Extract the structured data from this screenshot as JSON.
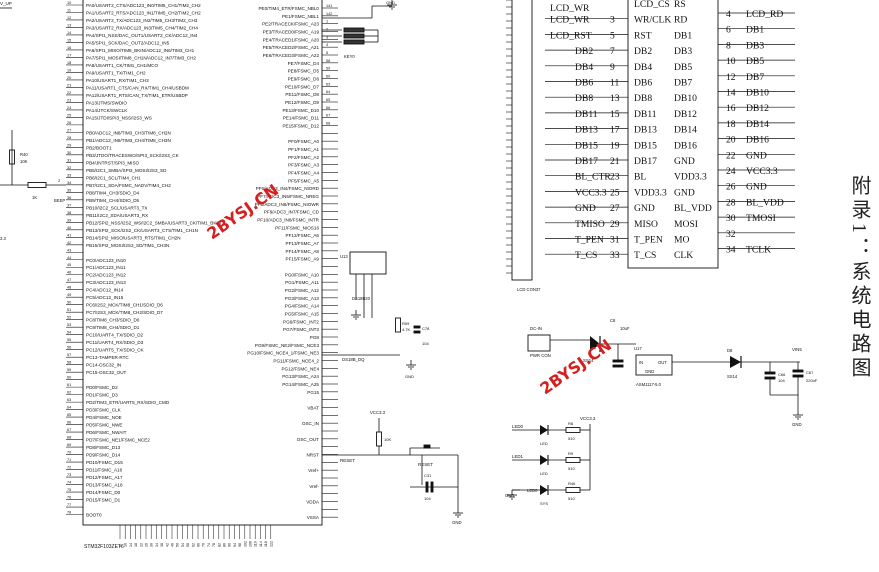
{
  "title_vertical": "附录1：系统电路图",
  "watermarks": [
    "2BYSJ.CN",
    "2BYSJ.CN"
  ],
  "mcu": {
    "part": "STM32F103ZET6",
    "left_pins": [
      "PA0/USART2_CTS/ADC123_IN0/TIM5_CH1/TIM2_CH2",
      "PA1/USART2_RTS/ADC123_IN1/TIM5_CH2/TIM2_CH2",
      "PA2/USART2_TX/ADC123_IN2/TIM5_CH3/TIM2_CH3",
      "PA3/USART2_RX/ADC123_IN3/TIM5_CH4/TIM2_CH4",
      "PA4/SPI1_NSS/DAC_OUT1/USART2_CK/ADC12_IN4",
      "PA5/SPI1_SCK/DAC_OUT2/ADC12_IN5",
      "PA6/SPI1_MISO/TIM8_BKIN/ADC12_IN6/TIM3_CH1",
      "PA7/SPI1_MOSI/TIM8_CH1N/ADC12_IN7/TIM3_CH2",
      "PA8/USART1_CK/TIM1_CH1/MCO",
      "PA9/USART1_TX/TIM1_CH2",
      "PA10/USART1_RX/TIM1_CH3",
      "PA11/USART1_CTS/CAN_RX/TIM1_CH4/USBDM",
      "PA12/USART1_RTS/CAN_TX/TIM1_ETR/USBDP",
      "PA13/JTMS/SWDIO",
      "PA14/JTCK/SWCLK",
      "PA15/JTDI/SPI3_NSS/I2S3_WS",
      "",
      "PB0/ADC12_IN8/TIM3_CH3/TIM8_CH2N",
      "PB1/ADC12_IN9/TIM3_CH4/TIM8_CH3N",
      "PB2/BOOT1",
      "PB3/JTDO/TRACESWO/SPI3_SCK/I2S3_CK",
      "PB4/JNTRST/SPI3_MISO",
      "PB5/I2C1_SMBA/SPI3_MOSI/I2S3_SD",
      "PB6/I2C1_SCL/TIM4_CH1",
      "PB7/I2C1_SDA/FSMC_NADV/TIM4_CH2",
      "PB8/TIM4_CH3/SDIO_D4",
      "PB9/TIM4_CH4/SDIO_D5",
      "PB10/I2C2_SCL/USART3_TX",
      "PB11/I2C2_SDA/USART3_RX",
      "PB12/SPI2_NSS/I2S2_WS/I2C2_SMBA/USART3_CK/TIM1_BKIN",
      "PB13/SPI2_SCK/I2S2_CK/USART3_CTS/TIM1_CH1N",
      "PB14/SPI2_MISO/USART3_RTS/TIM1_CH2N",
      "PB15/SPI2_MOSI/I2S2_SD/TIM1_CH3N",
      "",
      "PC0/ADC123_IN10",
      "PC1/ADC123_IN11",
      "PC2/ADC123_IN12",
      "PC3/ADC123_IN13",
      "PC4/ADC12_IN14",
      "PC5/ADC12_IN15",
      "PC6/I2S2_MCK/TIM8_CH1/SDIO_D6",
      "PC7/I2S3_MCK/TIM8_CH2/SDIO_D7",
      "PC8/TIM8_CH3/SDIO_D0",
      "PC9/TIM8_CH4/SDIO_D1",
      "PC10/UART4_TX/SDIO_D2",
      "PC11/UART4_RX/SDIO_D3",
      "PC12/UART5_TX/SDIO_CK",
      "PC13-TAMPER-RTC",
      "PC14-OSC32_IN",
      "PC15-OSC32_OUT",
      "",
      "PD0/FSMC_D2",
      "PD1/FSMC_D3",
      "PD2/TIM3_ETR/UART5_RX/SDIO_CMD",
      "PD3/FSMC_CLK",
      "PD4/FSMC_NOE",
      "PD5/FSMC_NWE",
      "PD6/FSMC_NWAIT",
      "PD7/FSMC_NE1/FSMC_NCE2",
      "PD8/FSMC_D13",
      "PD9/FSMC_D14",
      "PD10/FSMC_D15",
      "PD11/FSMC_A16",
      "PD12/FSMC_A17",
      "PD13/FSMC_A18",
      "PD14/FSMC_D0",
      "PD15/FSMC_D1",
      "",
      "BOOT0"
    ],
    "right_pins": [
      "PE0/TIM4_ETR/FSMC_NBL0",
      "PE1/FSMC_NBL1",
      "PE2/TRACECK/FSMC_A23",
      "PE3/TRACED0/FSMC_A19",
      "PE4/TRACED1/FSMC_A20",
      "PE5/TRACED2/FSMC_A21",
      "PE6/TRACED3/FSMC_A22",
      "PE7/FSMC_D4",
      "PE8/FSMC_D5",
      "PE9/FSMC_D6",
      "PE10/FSMC_D7",
      "PE11/FSMC_D8",
      "PE12/FSMC_D9",
      "PE13/FSMC_D10",
      "PE14/FSMC_D11",
      "PE15/FSMC_D12",
      "",
      "PF0/FSMC_A0",
      "PF1/FSMC_A1",
      "PF2/FSMC_A2",
      "PF3/FSMC_A3",
      "PF4/FSMC_A4",
      "PF5/FSMC_A5",
      "PF6/ADC3_IN4/FSMC_NIORD",
      "PF7/ADC3_IN5/FSMC_NREG",
      "PF8/ADC3_IN6/FSMC_NIOWR",
      "PF9/ADC3_IN7/FSMC_CD",
      "PF10/ADC3_IN8/FSMC_INTR",
      "PF11/FSMC_NIOS16",
      "PF12/FSMC_A6",
      "PF13/FSMC_A7",
      "PF14/FSMC_A8",
      "PF15/FSMC_A9",
      "",
      "PG0/FSMC_A10",
      "PG1/FSMC_A11",
      "PG2/FSMC_A12",
      "PG3/FSMC_A13",
      "PG4/FSMC_A14",
      "PG5/FSMC_A15",
      "PG6/FSMC_INT2",
      "PG7/FSMC_INT3",
      "PG8",
      "PG9/FSMC_NE2/FSMC_NCE3",
      "PG10/FSMC_NCE4_1/FSMC_NE3",
      "PG11/FSMC_NCE4_2",
      "PG12/FSMC_NE4",
      "PG13/FSMC_A24",
      "PG14/FSMC_A25",
      "PG15",
      "",
      "VBAT",
      "",
      "OSC_IN",
      "",
      "OSC_OUT",
      "",
      "NRST",
      "",
      "Vref+",
      "",
      "Vref-",
      "",
      "VDDA",
      "",
      "VSSA"
    ],
    "right_pin_numbers": [
      "141",
      "142",
      "1",
      "2",
      "3",
      "4",
      "5",
      "58",
      "59",
      "60",
      "63",
      "64",
      "65",
      "66",
      "67",
      "68"
    ],
    "left_pin_numbers": [
      "34",
      "35",
      "36",
      "37",
      "40",
      "41",
      "42",
      "43",
      "100",
      "101",
      "102",
      "103",
      "104",
      "105",
      "109",
      "110"
    ]
  },
  "lcd": {
    "connector": "LCD CON37",
    "left_nets": [
      "LCD_WR",
      "LCD_RST",
      "DB2",
      "DB4",
      "DB6",
      "DB8",
      "DB11",
      "DB13",
      "DB15",
      "DB17",
      "BL_CTR",
      "VCC3.3",
      "GND",
      "TMISO",
      "T_PEN",
      "T_CS"
    ],
    "left_nums": [
      "3",
      "5",
      "7",
      "9",
      "11",
      "13",
      "15",
      "17",
      "19",
      "21",
      "23",
      "25",
      "27",
      "29",
      "31",
      "33"
    ],
    "left_labels": [
      "RS",
      "RD",
      "DB1",
      "DB3",
      "DB5",
      "DB7",
      "DB10",
      "DB12",
      "DB14",
      "DB16",
      "GND",
      "VDD3.3",
      "BL_VDD",
      "MOSI",
      "MO",
      "CLK"
    ],
    "pin_labels_a": [
      "LCD_CS",
      "WR/CLK",
      "RST",
      "DB2",
      "DB4",
      "DB6",
      "DB8",
      "DB11",
      "DB13",
      "DB15",
      "DB17",
      "BL",
      "VDD3.3",
      "GND",
      "MISO",
      "T_PEN",
      "T_CS"
    ],
    "pin_labels_b": [
      "RS",
      "RD",
      "DB1",
      "DB3",
      "DB5",
      "DB7",
      "DB10",
      "DB12",
      "DB14",
      "DB16",
      "GND",
      "VDD3.3",
      "GND",
      "BL_VDD",
      "MOSI",
      "MO",
      "CLK"
    ],
    "right_nums": [
      "4",
      "6",
      "8",
      "10",
      "12",
      "14",
      "16",
      "18",
      "20",
      "22",
      "24",
      "26",
      "28",
      "30",
      "32",
      "34"
    ],
    "right_nets": [
      "LCD_RD",
      "DB1",
      "DB3",
      "DB5",
      "DB7",
      "DB10",
      "DB12",
      "DB14",
      "DB16",
      "GND",
      "VCC3.3",
      "GND",
      "BL_VDD",
      "TMOSI",
      "",
      "TCLK"
    ]
  },
  "power": {
    "dc_in": "DC-IN",
    "pwr_con": "PWR CON",
    "diode1": "SS14",
    "regulator_ref": "U17",
    "regulator": "ASM1117-5.0",
    "reg_in": "IN",
    "reg_out": "OUT",
    "reg_gnd": "GND",
    "diode2": "SS14",
    "diode2_ref": "D8",
    "cap1": "C8",
    "cap1_val": "10uF",
    "cap2": "C66",
    "cap2_val": "104",
    "cap3": "C67",
    "cap3_val": "220uF",
    "vout": "VIN5",
    "gnd": "GND"
  },
  "leds": {
    "vcc": "VCC3.3",
    "rows": [
      {
        "net": "LED0",
        "res": "R8",
        "val": "510"
      },
      {
        "net": "LED1",
        "res": "R9",
        "val": "510"
      },
      {
        "net": "",
        "res": "R46",
        "val": "510"
      }
    ],
    "bottom_led": "LED0",
    "bottom_diode": "SYS",
    "gnd": "GND"
  },
  "reset": {
    "vcc": "VCC3.3",
    "res": "R6",
    "res_val": "10K",
    "net": "RESET",
    "switch": "RESET",
    "cap": "C31",
    "cap_val": "104",
    "gnd": "GND"
  },
  "beep": {
    "res": "R40",
    "res_val": "10K",
    "res2": "1K",
    "net": "BEEP",
    "vcc": "3.3",
    "top": "V_UP"
  },
  "osc": {
    "ref": "U13",
    "part": "DS18B20",
    "res": "R59",
    "res_val": "4.7K",
    "cap": "C78",
    "cap_val": "104",
    "net": "DS18B_DQ",
    "gnd": "GND"
  },
  "top_pins": {
    "key": "KEY0",
    "gnd": "GND"
  }
}
